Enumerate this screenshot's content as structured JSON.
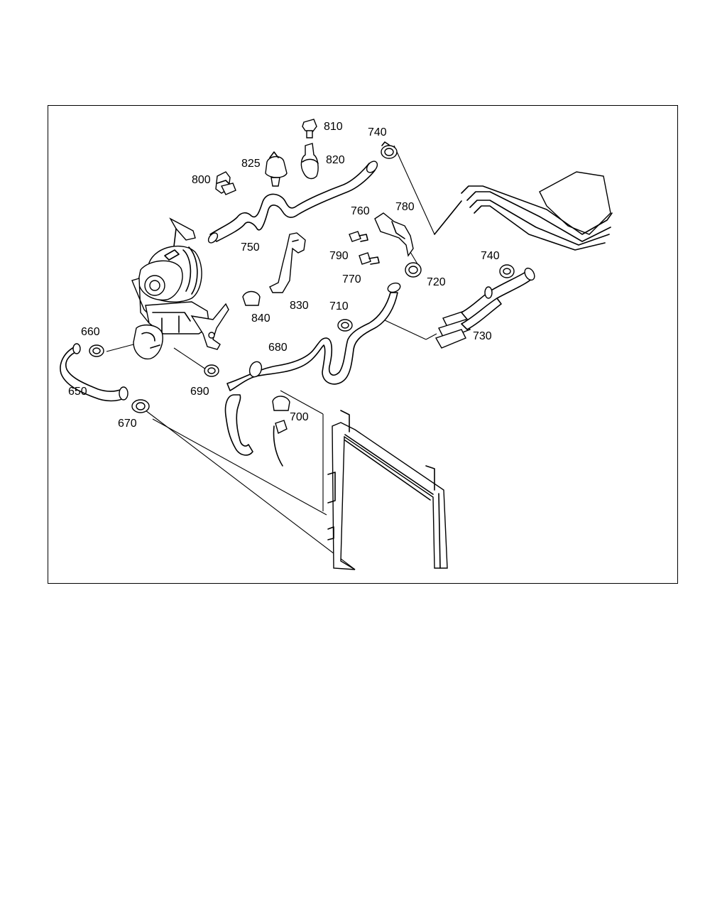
{
  "labels": {
    "l650": "650",
    "l660": "660",
    "l670": "670",
    "l680": "680",
    "l690": "690",
    "l700": "700",
    "l710": "710",
    "l720": "720",
    "l730": "730",
    "l740a": "740",
    "l740b": "740",
    "l750": "750",
    "l760": "760",
    "l770": "770",
    "l780": "780",
    "l790": "790",
    "l800": "800",
    "l810": "810",
    "l820": "820",
    "l825": "825",
    "l830": "830",
    "l840": "840"
  }
}
